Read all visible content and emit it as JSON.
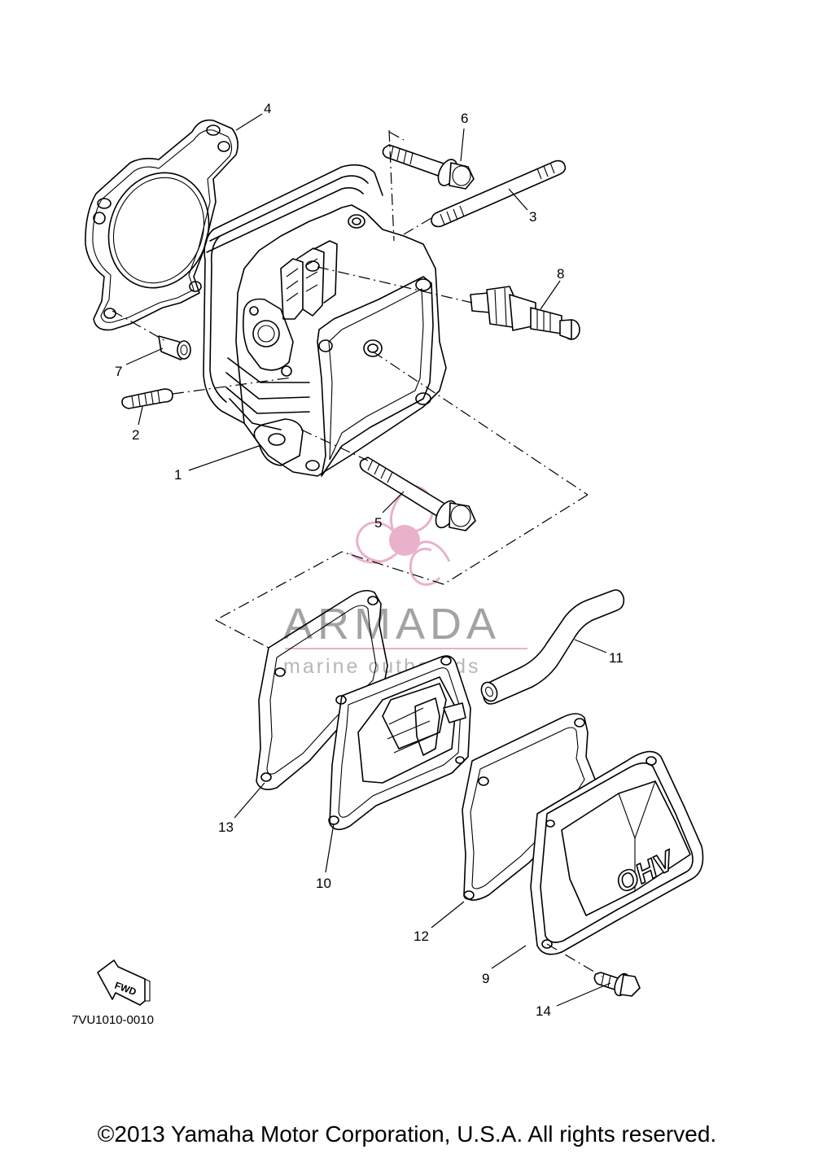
{
  "callouts": [
    "1",
    "2",
    "3",
    "4",
    "5",
    "6",
    "7",
    "8",
    "9",
    "10",
    "11",
    "12",
    "13",
    "14"
  ],
  "diagram_code": "7VU1010-0010",
  "fwd_label": "FWD",
  "cover_label": "OHV",
  "watermark": {
    "brand": "ARMADA",
    "tagline": "marine outboards"
  },
  "copyright": "©2013 Yamaha Motor Corporation, U.S.A. All rights reserved.",
  "colors": {
    "line": "#000000",
    "watermark_pink": "#e8a9c6",
    "watermark_gray": "#9a9a9a"
  }
}
